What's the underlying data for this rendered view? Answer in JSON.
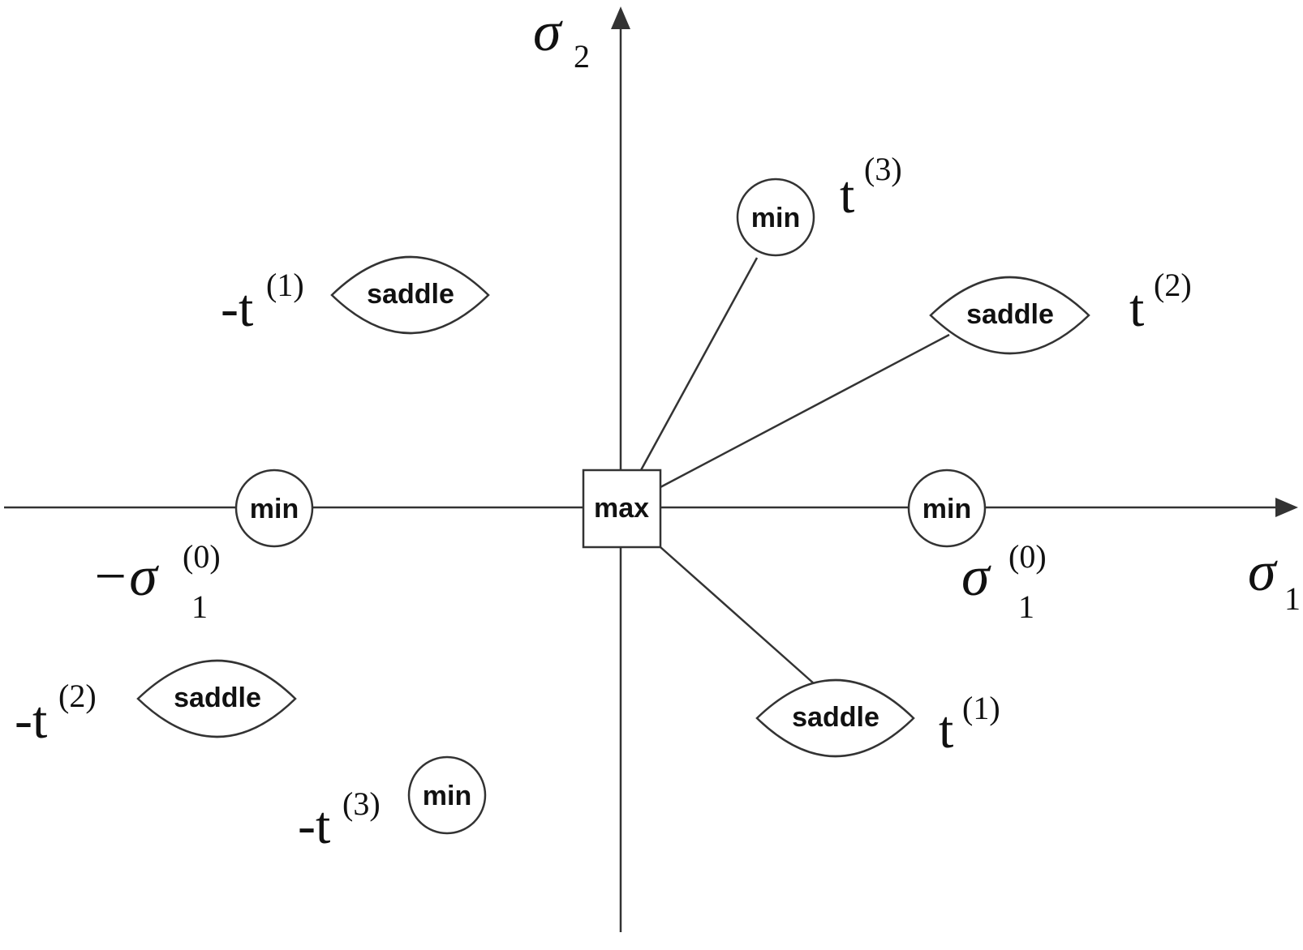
{
  "axes": {
    "x_label": "σ",
    "x_subscript": "1",
    "y_label": "σ",
    "y_subscript": "2"
  },
  "nodes": {
    "center_max": "max",
    "min_left": "min",
    "min_right": "min",
    "min_t3": "min",
    "saddle_t2": "saddle",
    "saddle_t1": "saddle",
    "saddle_neg_t1": "saddle",
    "saddle_neg_t2": "saddle",
    "min_neg_t3": "min"
  },
  "labels": {
    "t3_base": "t",
    "t3_sup": "(3)",
    "t2_base": "t",
    "t2_sup": "(2)",
    "t1_base": "t",
    "t1_sup": "(1)",
    "neg_t1_base": "-t",
    "neg_t1_sup": "(1)",
    "neg_t2_base": "-t",
    "neg_t2_sup": "(2)",
    "neg_t3_base": "-t",
    "neg_t3_sup": "(3)",
    "sigma_right_base": "σ",
    "sigma_right_sup": "(0)",
    "sigma_right_sub": "1",
    "sigma_left_base": "−σ",
    "sigma_left_sup": "(0)",
    "sigma_left_sub": "1"
  }
}
